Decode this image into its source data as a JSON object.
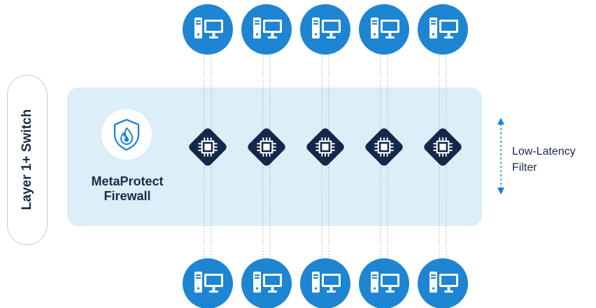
{
  "switch": {
    "label": "Layer 1+ Switch"
  },
  "firewall": {
    "line1": "MetaProtect",
    "line2": "Firewall",
    "icon": "shield-flame-icon"
  },
  "filter": {
    "line1": "Low-Latency",
    "line2": "Filter",
    "icon": "double-arrow-icon"
  },
  "colors": {
    "primary_blue": "#1d85d2",
    "dark_navy": "#13284a",
    "panel_bg": "#dceef7",
    "text_dark": "#1a2a49",
    "connector": "#b5b9c0"
  },
  "lanes": {
    "count": 5,
    "node_icons": [
      "computer-icon",
      "chip-icon",
      "computer-icon"
    ]
  }
}
